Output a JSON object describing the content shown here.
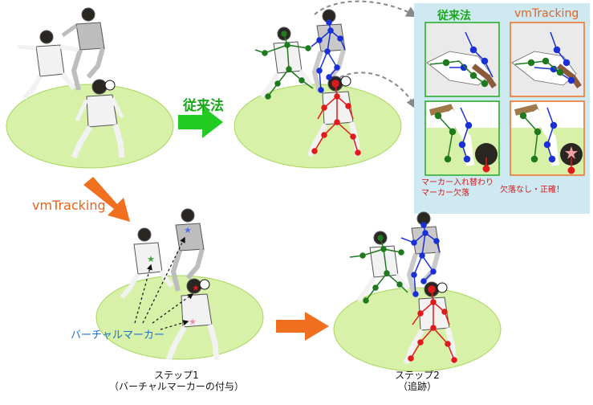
{
  "labels": {
    "conventional_arrow": "従来法",
    "vmtracking_arrow": "vmTracking",
    "virtual_marker": "バーチャルマーカー",
    "step1_title": "ステップ1",
    "step1_sub": "（バーチャルマーカーの付与）",
    "step2_title": "ステップ2",
    "step2_sub": "（追跡）"
  },
  "comparison_panel": {
    "header_conventional": "従来法",
    "header_vmtracking": "vmTracking",
    "note_conventional_line1": "マーカー入れ替わり",
    "note_conventional_line2": "マーカー欠落",
    "note_vmtracking": "欠落なし・正確！"
  },
  "colors": {
    "field": "#d8f1a8",
    "green_arrow": "#22cc22",
    "orange_arrow": "#f07020",
    "panel_bg": "#cfe9f3",
    "green_text": "#1aa81a",
    "orange_text": "#e8631b",
    "red_text": "#d21a1a",
    "blue_text": "#1c6fd6",
    "marker_green": "#1f7a1f",
    "marker_blue": "#1a2fd6",
    "marker_red": "#e01a1a"
  }
}
